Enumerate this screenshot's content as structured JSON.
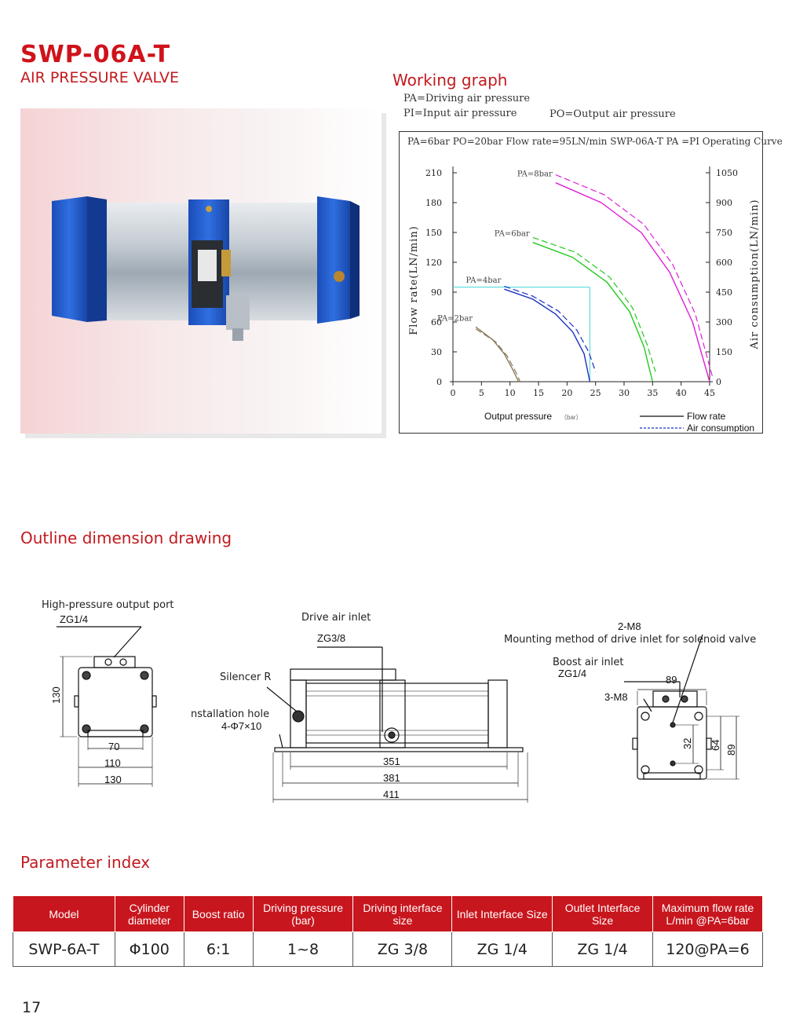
{
  "header": {
    "model": "SWP-06A-T",
    "subtitle": "AIR PRESSURE VALVE"
  },
  "working_graph": {
    "heading": "Working graph",
    "legend_lines": [
      "PA=Driving air pressure",
      "PI=Input air pressure",
      "PO=Output air pressure"
    ],
    "box_caption": "PA=6bar PO=20bar  Flow rate=95LN/min   SWP-06A-T PA =PI Operating Curve",
    "key_flow": "Flow rate",
    "key_air": "Air consumption",
    "colors": {
      "pa2": "#8a7a5a",
      "pa4": "#1a2fc0",
      "pa6": "#22c91e",
      "pa8": "#e01ed8",
      "guide": "#40d8d8"
    }
  },
  "chart_data": {
    "type": "line",
    "xlabel": "Output pressure",
    "xlabel_unit": "（bar）",
    "ylabel": "Flow rate(LN/min)",
    "y2label": "Air consumption(LN/min)",
    "xlim": [
      0,
      45
    ],
    "ylim": [
      0,
      210
    ],
    "y2lim": [
      0,
      1050
    ],
    "x_ticks": [
      "0",
      "5",
      "10",
      "15",
      "20",
      "25",
      "30",
      "35",
      "40",
      "45"
    ],
    "y_ticks": [
      "0",
      "30",
      "60",
      "90",
      "120",
      "150",
      "180",
      "210"
    ],
    "y2_ticks": [
      "0",
      "150",
      "300",
      "450",
      "600",
      "750",
      "900",
      "1050"
    ],
    "series": [
      {
        "name": "PA=2bar",
        "label": "PA=2bar",
        "color": "#8a7a5a",
        "flow": [
          [
            4,
            55
          ],
          [
            7,
            42
          ],
          [
            9,
            28
          ],
          [
            10.5,
            12
          ],
          [
            11.5,
            0
          ]
        ],
        "air": [
          [
            4,
            53
          ],
          [
            7.5,
            40
          ],
          [
            9.5,
            26
          ],
          [
            11,
            10
          ],
          [
            11.8,
            0
          ]
        ]
      },
      {
        "name": "PA=4bar",
        "label": "PA=4bar",
        "color": "#1a2fc0",
        "flow": [
          [
            9,
            93
          ],
          [
            14,
            83
          ],
          [
            18,
            68
          ],
          [
            21,
            50
          ],
          [
            23,
            28
          ],
          [
            24,
            0
          ]
        ],
        "air": [
          [
            9,
            96
          ],
          [
            14,
            86
          ],
          [
            18.5,
            71
          ],
          [
            21.7,
            52
          ],
          [
            23.8,
            30
          ],
          [
            25,
            10
          ]
        ]
      },
      {
        "name": "PA=6bar",
        "label": "PA=6bar",
        "color": "#22c91e",
        "flow": [
          [
            14,
            140
          ],
          [
            21,
            125
          ],
          [
            27,
            100
          ],
          [
            31,
            70
          ],
          [
            33.5,
            35
          ],
          [
            35,
            0
          ]
        ],
        "air": [
          [
            14,
            145
          ],
          [
            21.5,
            130
          ],
          [
            27.5,
            105
          ],
          [
            31.5,
            74
          ],
          [
            34,
            38
          ],
          [
            35.5,
            10
          ]
        ]
      },
      {
        "name": "PA=8bar",
        "label": "PA=8bar",
        "color": "#e01ed8",
        "flow": [
          [
            18,
            200
          ],
          [
            26,
            180
          ],
          [
            33,
            150
          ],
          [
            38,
            110
          ],
          [
            42,
            60
          ],
          [
            45,
            0
          ]
        ],
        "air": [
          [
            18,
            208
          ],
          [
            26.5,
            188
          ],
          [
            33.5,
            158
          ],
          [
            38.5,
            118
          ],
          [
            42.5,
            68
          ],
          [
            45.5,
            5
          ]
        ]
      }
    ],
    "guide": {
      "x": 24,
      "y": 95
    }
  },
  "outline": {
    "heading": "Outline dimension drawing",
    "left": {
      "port_label": "High-pressure output port",
      "port_size": "ZG1/4",
      "dim_height": "130",
      "dim_70": "70",
      "dim_110": "110",
      "dim_130": "130"
    },
    "center": {
      "drive_inlet_label": "Drive air inlet",
      "drive_inlet_size": "ZG3/8",
      "silencer_label": "Silencer R",
      "install_hole_label": "nstallation hole",
      "install_hole_size": "4-Φ7×10",
      "dim_351": "351",
      "dim_381": "381",
      "dim_411": "411"
    },
    "right": {
      "m8_label": "2-M8",
      "mount_label": "Mounting method of drive inlet for solenoid valve",
      "boost_label": "Boost air inlet",
      "boost_size": "ZG1/4",
      "dim_89_top": "89",
      "m8_3_label": "3-M8",
      "dim_32": "32",
      "dim_64": "64",
      "dim_89_side": "89"
    }
  },
  "parameters": {
    "heading": "Parameter index",
    "headers": [
      "Model",
      "Cylinder diameter",
      "Boost ratio",
      "Driving pressure (bar)",
      "Driving interface size",
      "Inlet Interface Size",
      "Outlet Interface Size",
      "Maximum flow rate L/min @PA=6bar"
    ],
    "row": [
      "SWP-6A-T",
      "Φ100",
      "6:1",
      "1~8",
      "ZG 3/8",
      "ZG 1/4",
      "ZG 1/4",
      "120@PA=6"
    ]
  },
  "footer": {
    "page": "17"
  }
}
